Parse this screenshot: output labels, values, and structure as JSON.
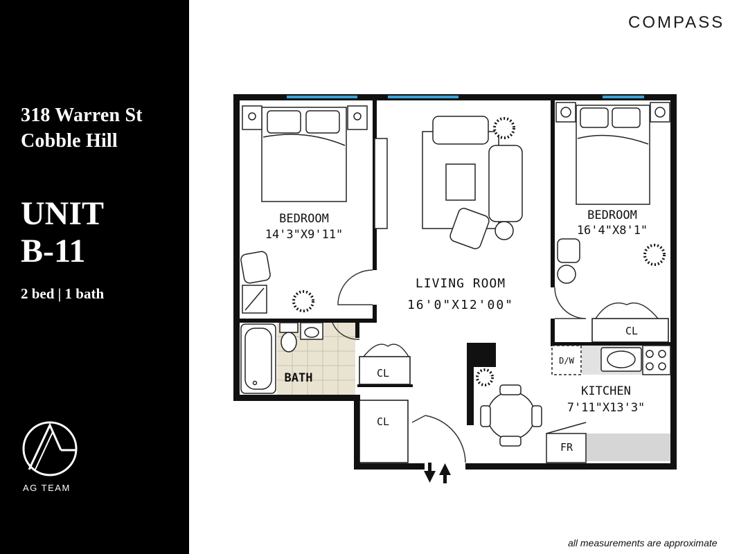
{
  "sidebar": {
    "address_line1": "318 Warren St",
    "address_line2": "Cobble Hill",
    "unit_line1": "UNIT",
    "unit_line2": "B-11",
    "beds_baths": "2 bed | 1 bath",
    "logo_text": "AG TEAM"
  },
  "brand": {
    "name": "COMPASS",
    "logo_icon": "compass-wordmark"
  },
  "footer_note": "all measurements are approximate",
  "colors": {
    "sidebar_bg": "#000000",
    "wall": "#111111",
    "window": "#3aa3d8",
    "bath_floor": "#e9e3d2",
    "counter": "#d6d6d6"
  },
  "rooms": {
    "bedroom_left": {
      "name": "BEDROOM",
      "dims": "14'3\"X9'11\""
    },
    "bedroom_right": {
      "name": "BEDROOM",
      "dims": "16'4\"X8'1\""
    },
    "living_room": {
      "name": "LIVING ROOM",
      "dims": "16'0\"X12'00\""
    },
    "kitchen": {
      "name": "KITCHEN",
      "dims": "7'11\"X13'3\""
    },
    "bath": {
      "name": "BATH"
    },
    "closet_right": {
      "name": "CL"
    },
    "closet_upper": {
      "name": "CL"
    },
    "closet_lower": {
      "name": "CL"
    },
    "dishwasher": {
      "name": "D/W"
    },
    "fridge": {
      "name": "FR"
    }
  },
  "entry": {
    "icon": "entry-arrows-icon"
  }
}
